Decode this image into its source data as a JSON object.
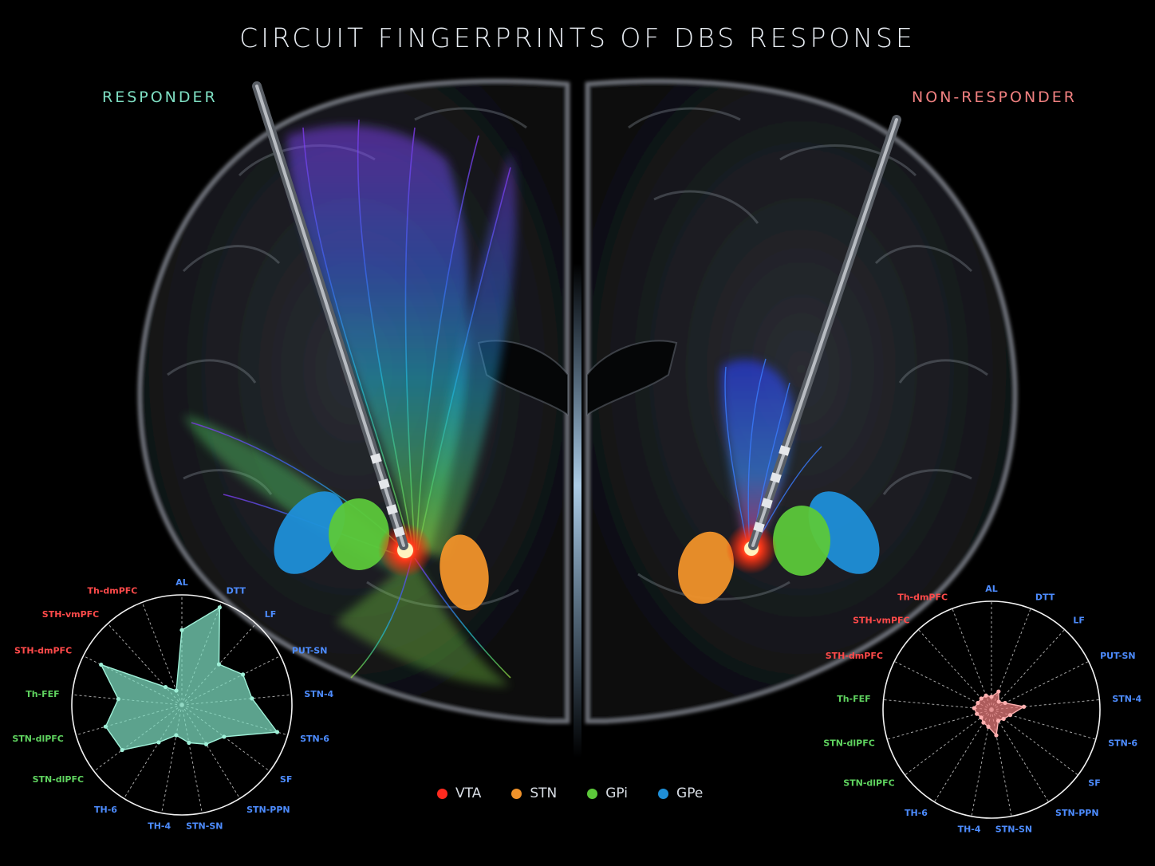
{
  "title": "CIRCUIT FINGERPRINTS OF DBS RESPONSE",
  "panels": {
    "left_label": "RESPONDER",
    "right_label": "NON-RESPONDER"
  },
  "colors": {
    "responder": "#7fe0c4",
    "non_responder": "#f08080",
    "radar_red_label": "#ff4a4a",
    "radar_green_label": "#5fd35f",
    "radar_blue_label": "#4d8cff"
  },
  "legend": [
    {
      "label": "VTA",
      "color": "#ff2a1f"
    },
    {
      "label": "STN",
      "color": "#f0922a"
    },
    {
      "label": "GPi",
      "color": "#5cc83a"
    },
    {
      "label": "GPe",
      "color": "#1f8fd8"
    }
  ],
  "chart_data": [
    {
      "type": "radar",
      "panel": "left",
      "axes": [
        "AL",
        "DTT",
        "LF",
        "PUT-SN",
        "STN-4",
        "STN-6",
        "SF",
        "STN-PPN",
        "STN-SN",
        "TH-4",
        "TH-6",
        "STN-dlPFC",
        "STN-dlPFC",
        "Th-FEF",
        "STH-dmPFC",
        "STH-vmPFC",
        "Th-dmPFC"
      ],
      "axis_groups": [
        "blue",
        "blue",
        "blue",
        "blue",
        "blue",
        "blue",
        "blue",
        "blue",
        "blue",
        "blue",
        "blue",
        "green",
        "green",
        "green",
        "red",
        "red",
        "red"
      ],
      "values": [
        0.68,
        0.95,
        0.5,
        0.62,
        0.64,
        0.9,
        0.48,
        0.42,
        0.35,
        0.28,
        0.4,
        0.68,
        0.72,
        0.58,
        0.82,
        0.22,
        0.14
      ],
      "range": [
        0,
        1
      ]
    },
    {
      "type": "radar",
      "panel": "right",
      "axes": [
        "AL",
        "DTT",
        "LF",
        "PUT-SN",
        "STN-4",
        "STN-6",
        "SF",
        "STN-PPN",
        "STN-SN",
        "TH-4",
        "TH-6",
        "STN-dlPFC",
        "STN-dlPFC",
        "Th-FEF",
        "STH-dmPFC",
        "STH-vmPFC",
        "Th-dmPFC"
      ],
      "axis_groups": [
        "blue",
        "blue",
        "blue",
        "blue",
        "blue",
        "blue",
        "blue",
        "blue",
        "blue",
        "blue",
        "blue",
        "green",
        "green",
        "green",
        "red",
        "red",
        "red"
      ],
      "values": [
        0.12,
        0.18,
        0.1,
        0.14,
        0.3,
        0.18,
        0.14,
        0.12,
        0.24,
        0.16,
        0.14,
        0.12,
        0.14,
        0.16,
        0.14,
        0.14,
        0.14
      ],
      "range": [
        0,
        1
      ]
    }
  ]
}
